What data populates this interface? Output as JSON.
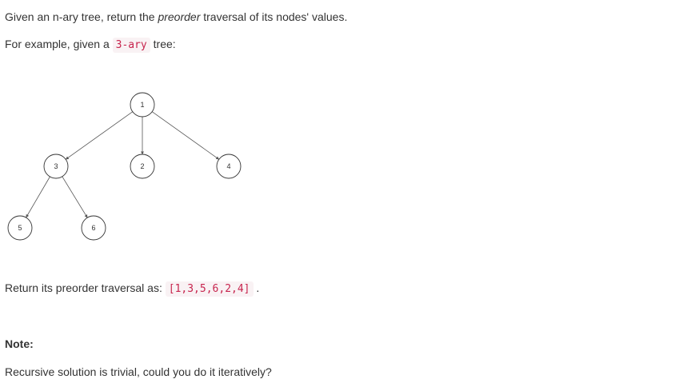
{
  "intro": {
    "prefix": "Given an n-ary tree, return the ",
    "emphasis": "preorder",
    "suffix": " traversal of its nodes' values."
  },
  "example": {
    "prefix": "For example, given a ",
    "code": "3-ary",
    "suffix": " tree:"
  },
  "tree": {
    "nodes": [
      {
        "id": "1",
        "label": "1"
      },
      {
        "id": "3",
        "label": "3"
      },
      {
        "id": "2",
        "label": "2"
      },
      {
        "id": "4",
        "label": "4"
      },
      {
        "id": "5",
        "label": "5"
      },
      {
        "id": "6",
        "label": "6"
      }
    ],
    "edges": [
      {
        "from": "1",
        "to": "3"
      },
      {
        "from": "1",
        "to": "2"
      },
      {
        "from": "1",
        "to": "4"
      },
      {
        "from": "3",
        "to": "5"
      },
      {
        "from": "3",
        "to": "6"
      }
    ]
  },
  "result": {
    "prefix": "Return its preorder traversal as: ",
    "code": "[1,3,5,6,2,4]",
    "suffix": "."
  },
  "note": {
    "label": "Note:",
    "text": "Recursive solution is trivial, could you do it iteratively?"
  }
}
